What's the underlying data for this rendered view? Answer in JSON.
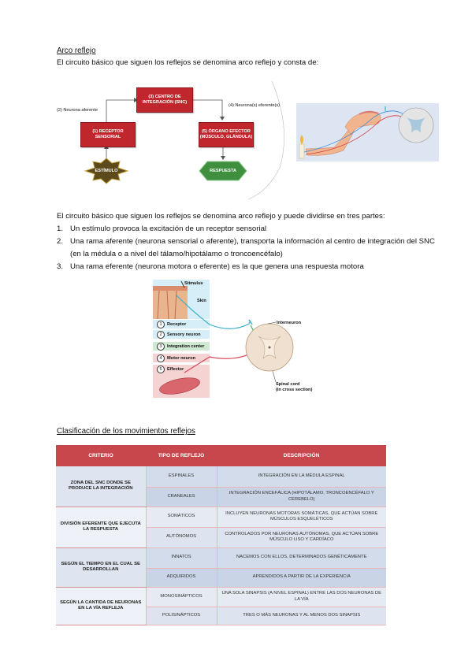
{
  "section1": {
    "heading": "Arco reflejo",
    "intro": "El circuito básico que siguen los reflejos se denomina arco reflejo y consta de:"
  },
  "flow": {
    "center": "(3) CENTRO DE INTEGRACIÓN (SNC)",
    "afferent_label": "(2) Neurona aferente",
    "efferent_label": "(4) Neurona(s) eferente(s)",
    "receptor": "(1) RECEPTOR SENSORIAL",
    "effector": "(5) ÓRGANO EFECTOR (MÚSCULO, GLÁNDULA)",
    "stimulus": "ESTÍMULO",
    "response": "RESPUESTA",
    "colors": {
      "box": "#c0272d",
      "stimulus": "#5d4a1c",
      "response": "#3f8f3f"
    }
  },
  "section2": {
    "intro": "El circuito básico que siguen los reflejos se denomina arco reflejo y puede dividirse en tres partes:",
    "items": [
      {
        "num": "1.",
        "text": "Un estímulo provoca la excitación de un receptor sensorial"
      },
      {
        "num": "2.",
        "text": "Una rama aferente (neurona sensorial o aferente), transporta la información al centro de integración del SNC"
      },
      {
        "num": "",
        "text": "(en la médula o a nivel del tálamo/hipotálamo o troncoencéfalo)"
      },
      {
        "num": "3.",
        "text": "Una rama eferente (neurona motora o eferente) es la que genera una respuesta motora"
      }
    ]
  },
  "reflex_figure": {
    "stimulus": "Stimulus",
    "skin": "Skin",
    "interneuron": "Interneuron",
    "spinal_cord": "Spinal cord",
    "cross_section": "(in cross section)",
    "steps": [
      {
        "num": "1",
        "label": "Receptor",
        "color": "#d6eef8"
      },
      {
        "num": "2",
        "label": "Sensory neuron",
        "color": "#d6eef8"
      },
      {
        "num": "3",
        "label": "Integration center",
        "color": "#cfe9d2"
      },
      {
        "num": "4",
        "label": "Motor neuron",
        "color": "#f5d3d3"
      },
      {
        "num": "5",
        "label": "Effector",
        "color": "#f5d3d3"
      }
    ]
  },
  "section3": {
    "heading": "Clasificación de los movimientos reflejos"
  },
  "table": {
    "headers": [
      "CRITERIO",
      "TIPO DE REFLEJO",
      "DESCRIPCIÓN"
    ],
    "groups": [
      {
        "criterio": "ZONA DEL SNC DONDE SE PRODUCE LA INTEGRACIÓN",
        "rows": [
          {
            "tipo": "ESPINALES",
            "desc": "INTEGRACIÓN EN LA MÉDULA ESPINAL"
          },
          {
            "tipo": "CRANEALES",
            "desc": "INTEGRACIÓN ENCEFÁLICA (HIPOTÁLAMO, TRONCOENCÉFALO Y CEREBELO)"
          }
        ]
      },
      {
        "criterio": "DIVISIÓN EFERENTE QUE EJECUTA LA RESPUESTA",
        "rows": [
          {
            "tipo": "SOMÁTICOS",
            "desc": "INCLUYEN NEURONAS MOTORAS SOMÁTICAS, QUE ACTÚAN SOBRE MÚSCULOS ESQUELÉTICOS"
          },
          {
            "tipo": "AUTÓNOMOS",
            "desc": "CONTROLADOS POR NEURONAS AUTÓNOMAS, QUE ACTÚAN SOBRE MÚSCULO LISO Y CARDÍACO"
          }
        ]
      },
      {
        "criterio": "SEGÚN EL TIEMPO EN EL CUAL SE DESARROLLAN",
        "rows": [
          {
            "tipo": "INNATOS",
            "desc": "NACEMOS CON ELLOS, DETERMINADOS GENÉTICAMENTE"
          },
          {
            "tipo": "ADQUIRIDOS",
            "desc": "APRENDIDOS A PARTIR DE LA EXPERIENCIA"
          }
        ]
      },
      {
        "criterio": "SEGÚN LA CANTIDA DE NEURONAS EN LA VÍA REFLEJA",
        "rows": [
          {
            "tipo": "MONOSINÁPTICOS",
            "desc": "UNA SOLA SINAPSIS (A NIVEL ESPINAL) ENTRE LAS DOS NEURONAS DE LA VÍA"
          },
          {
            "tipo": "POLISINÁPTICOS",
            "desc": "TRES O MÁS NEURONAS Y AL MENOS DOS SINAPSIS"
          }
        ]
      }
    ]
  }
}
